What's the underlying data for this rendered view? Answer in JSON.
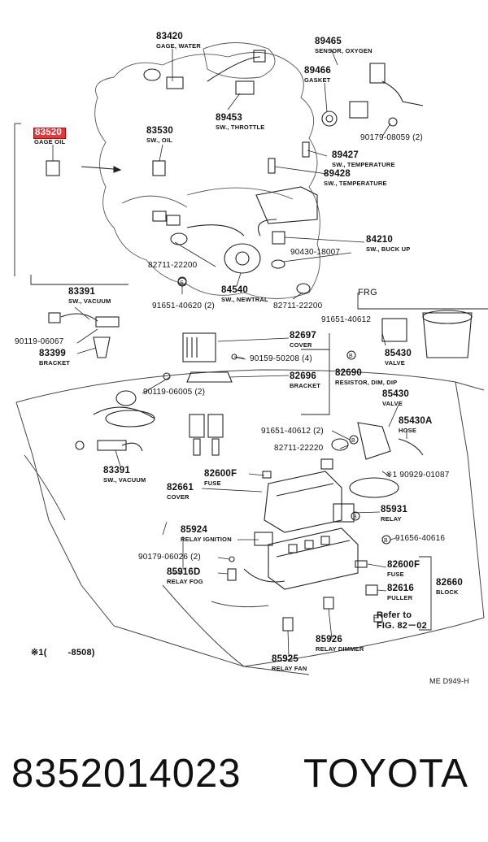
{
  "highlight_color": "#e23a3a",
  "footer": {
    "part_number": "8352014023",
    "brand": "TOYOTA"
  },
  "diagram_code": "ME D949-H",
  "frg_label": "FRG",
  "variant_note": "※1(        -8508)",
  "refer": {
    "line1": "Refer to",
    "line2": "FIG. 82－02"
  },
  "parts": {
    "p83420": {
      "pn": "83420",
      "desc": "GAGE, WATER"
    },
    "p89465": {
      "pn": "89465",
      "desc": "SENSOR, OXYGEN"
    },
    "p89466": {
      "pn": "89466",
      "desc": "GASKET"
    },
    "p83520": {
      "pn": "83520",
      "desc": "GAGE OIL"
    },
    "p83530": {
      "pn": "83530",
      "desc": "SW., OIL"
    },
    "p89453": {
      "pn": "89453",
      "desc": "SW., THROTTLE"
    },
    "p90179_08059": {
      "pn": "90179-08059 (2)",
      "desc": ""
    },
    "p89427": {
      "pn": "89427",
      "desc": "SW., TEMPERATURE"
    },
    "p89428": {
      "pn": "89428",
      "desc": "SW., TEMPERATURE"
    },
    "p84210": {
      "pn": "84210",
      "desc": "SW., BUCK UP"
    },
    "p90430": {
      "pn": "90430-18007",
      "desc": ""
    },
    "p82711_a": {
      "pn": "82711-22200",
      "desc": ""
    },
    "p84540": {
      "pn": "84540",
      "desc": "SW., NEWTRAL"
    },
    "p91651_a": {
      "pn": "91651-40620 (2)",
      "desc": ""
    },
    "p82711_b": {
      "pn": "82711-22200",
      "desc": ""
    },
    "p83391_a": {
      "pn": "83391",
      "desc": "SW., VACUUM"
    },
    "p90119_06067": {
      "pn": "90119-06067",
      "desc": ""
    },
    "p83399": {
      "pn": "83399",
      "desc": "BRACKET"
    },
    "p91651_b": {
      "pn": "91651-40612",
      "desc": ""
    },
    "p82697": {
      "pn": "82697",
      "desc": "COVER"
    },
    "p85430_a": {
      "pn": "85430",
      "desc": "VALVE"
    },
    "p90159": {
      "pn": "90159-50208 (4)",
      "desc": ""
    },
    "p82690": {
      "pn": "82690",
      "desc": "RESISTOR, DIM, DIP"
    },
    "p82696": {
      "pn": "82696",
      "desc": "BRACKET"
    },
    "p90119_06005": {
      "pn": "90119-06005 (2)",
      "desc": ""
    },
    "p85430_b": {
      "pn": "85430",
      "desc": "VALVE"
    },
    "p85430A": {
      "pn": "85430A",
      "desc": "HOSE"
    },
    "p91651_c": {
      "pn": "91651-40612 (2)",
      "desc": ""
    },
    "p82711_c": {
      "pn": "82711-22220",
      "desc": ""
    },
    "p83391_b": {
      "pn": "83391",
      "desc": "SW., VACUUM"
    },
    "p82600F_a": {
      "pn": "82600F",
      "desc": "FUSE"
    },
    "p82661": {
      "pn": "82661",
      "desc": "COVER"
    },
    "p90929": {
      "pn": "※1 90929-01087",
      "desc": ""
    },
    "p85931": {
      "pn": "85931",
      "desc": "RELAY"
    },
    "p85924": {
      "pn": "85924",
      "desc": "RELAY IGNITION"
    },
    "p91656": {
      "pn": "91656-40616",
      "desc": ""
    },
    "p90179_06026": {
      "pn": "90179-06026 (2)",
      "desc": ""
    },
    "p82600F_b": {
      "pn": "82600F",
      "desc": "FUSE"
    },
    "p85916D": {
      "pn": "85916D",
      "desc": "RELAY FOG"
    },
    "p82616": {
      "pn": "82616",
      "desc": "PULLER"
    },
    "p82660": {
      "pn": "82660",
      "desc": "BLOCK"
    },
    "p85926": {
      "pn": "85926",
      "desc": "RELAY DIMMER"
    },
    "p85925": {
      "pn": "85925",
      "desc": "RELAY FAN"
    }
  }
}
